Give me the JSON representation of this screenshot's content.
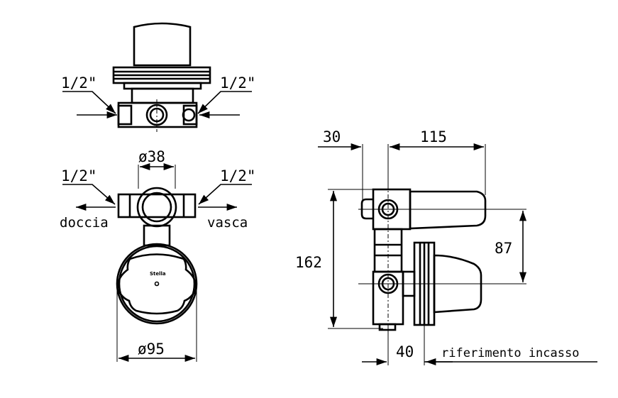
{
  "top_view": {
    "inlet_left": "1/2\"",
    "inlet_right": "1/2\""
  },
  "front_view": {
    "diameter_top": "ø38",
    "outlet_left_size": "1/2\"",
    "outlet_right_size": "1/2\"",
    "outlet_left_name": "doccia",
    "outlet_right_name": "vasca",
    "diameter_plate": "ø95",
    "logo_text": "Stella"
  },
  "side_view": {
    "dim_30": "30",
    "dim_115": "115",
    "dim_162": "162",
    "dim_87": "87",
    "dim_40": "40",
    "reference": "riferimento incasso"
  }
}
